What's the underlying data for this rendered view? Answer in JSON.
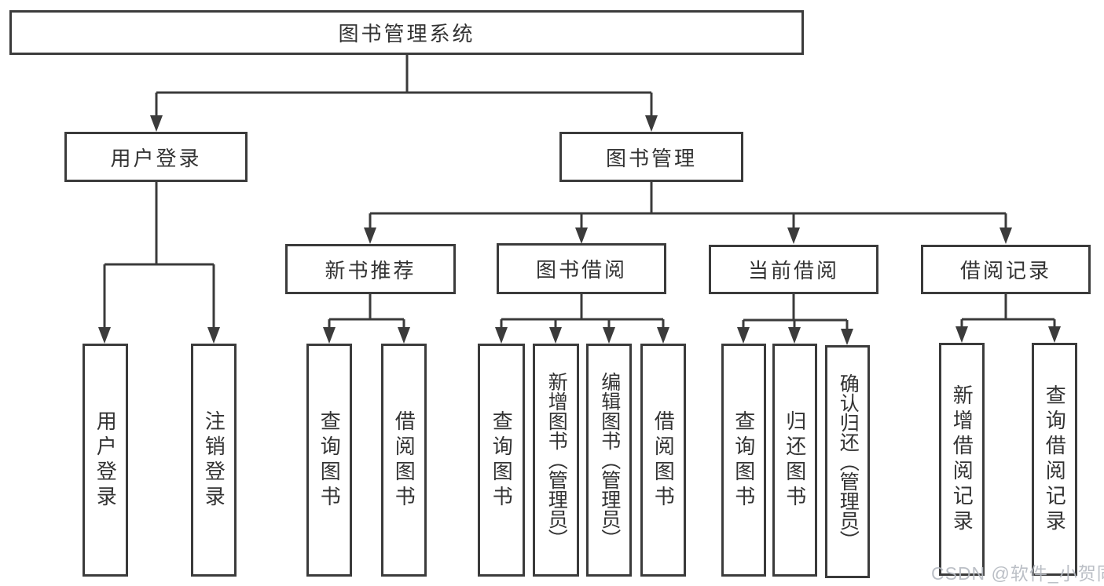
{
  "diagram": {
    "root": {
      "label": "图书管理系统"
    },
    "branches": [
      {
        "label": "用户登录",
        "children": [
          {
            "label": "用户登录"
          },
          {
            "label": "注销登录"
          }
        ]
      },
      {
        "label": "图书管理",
        "children": [
          {
            "label": "新书推荐",
            "children": [
              {
                "label": "查询图书"
              },
              {
                "label": "借阅图书"
              }
            ]
          },
          {
            "label": "图书借阅",
            "children": [
              {
                "label": "查询图书"
              },
              {
                "label": "新增图书（管理员）"
              },
              {
                "label": "编辑图书（管理员）"
              },
              {
                "label": "借阅图书"
              }
            ]
          },
          {
            "label": "当前借阅",
            "children": [
              {
                "label": "查询图书"
              },
              {
                "label": "归还图书"
              },
              {
                "label": "确认归还（管理员）"
              }
            ]
          },
          {
            "label": "借阅记录",
            "children": [
              {
                "label": "新增借阅记录"
              },
              {
                "label": "查询借阅记录"
              }
            ]
          }
        ]
      }
    ]
  },
  "watermark": "CSDN @软件_小贺同学",
  "colors": {
    "line": "#3b3b3b",
    "text": "#333333",
    "box_fill": "#ffffff",
    "watermark": "#b4b9c0"
  }
}
